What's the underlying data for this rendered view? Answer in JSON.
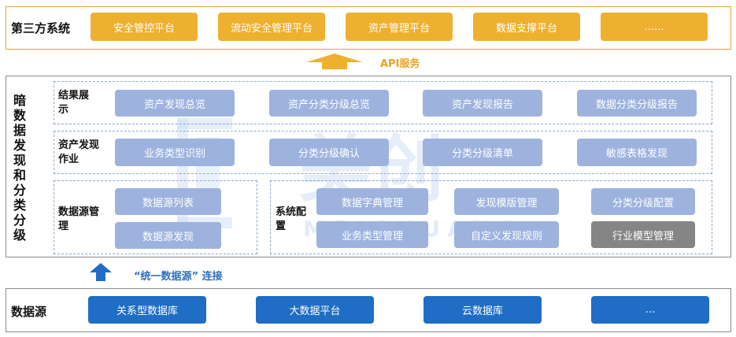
{
  "third_party": {
    "title": "第三方系统",
    "items": [
      "安全管控平台",
      "流动安全管理平台",
      "资产管理平台",
      "数据支撑平台",
      "......"
    ]
  },
  "api_label": "API服务",
  "main": {
    "title": "暗数据发现和分类分级",
    "results": {
      "label": "结果展示",
      "items": [
        "资产发现总览",
        "资产分类分级总览",
        "资产发现报告",
        "数据分类分级报告"
      ]
    },
    "discovery": {
      "label": "资产发现作业",
      "items": [
        "业务类型识别",
        "分类分级确认",
        "分类分级清单",
        "敏感表格发现"
      ]
    },
    "datasource_mgmt": {
      "label": "数据源管理",
      "items": [
        "数据源列表",
        "数据源发现"
      ]
    },
    "system_config": {
      "label": "系统配置",
      "items": [
        "数据字典管理",
        "发现模版管理",
        "分类分级配置",
        "业务类型管理",
        "自定义发现规则",
        "行业模型管理"
      ]
    }
  },
  "watermark": {
    "text": "美创",
    "sub": "MEICHUANG"
  },
  "connection_label": "“统一数据源” 连接",
  "data_sources": {
    "title": "数据源",
    "items": [
      "关系型数据库",
      "大数据平台",
      "云数据库",
      "..."
    ]
  },
  "colors": {
    "orange": "#eeb02f",
    "light_blue": "#9db3de",
    "dark_blue": "#1f6dc4",
    "gray": "#858585"
  }
}
